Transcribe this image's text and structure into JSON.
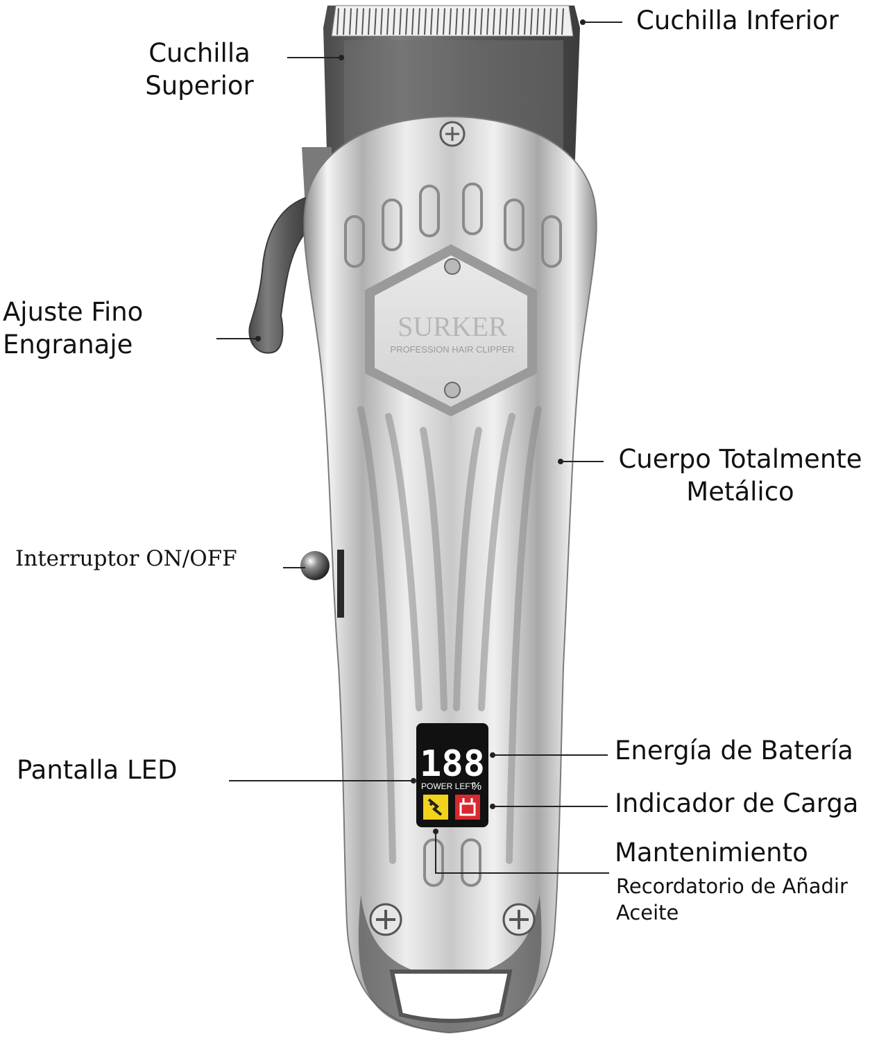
{
  "labels": {
    "lower_blade": "Cuchilla Inferior",
    "upper_blade_line1": "Cuchilla",
    "upper_blade_line2": "Superior",
    "fine_adjust_line1": "Ajuste Fino",
    "fine_adjust_line2": "Engranaje",
    "metal_body_line1": "Cuerpo Totalmente",
    "metal_body_line2": "Metálico",
    "power_switch": "Interruptor ON/OFF",
    "led_screen": "Pantalla LED",
    "battery_energy": "Energía de Batería",
    "charge_indicator": "Indicador de Carga",
    "maintenance_title": "Mantenimiento",
    "maintenance_line1": "Recordatorio de Añadir",
    "maintenance_line2": "Aceite"
  },
  "device": {
    "brand": "SURKER",
    "subtitle": "PROFESSION HAIR CLIPPER",
    "display_digits": "188",
    "display_caption": "POWER LEFT",
    "display_unit": "%"
  },
  "colors": {
    "display_bg": "#111111",
    "oil_icon": "#f2d31b",
    "charge_icon": "#d8292f"
  }
}
